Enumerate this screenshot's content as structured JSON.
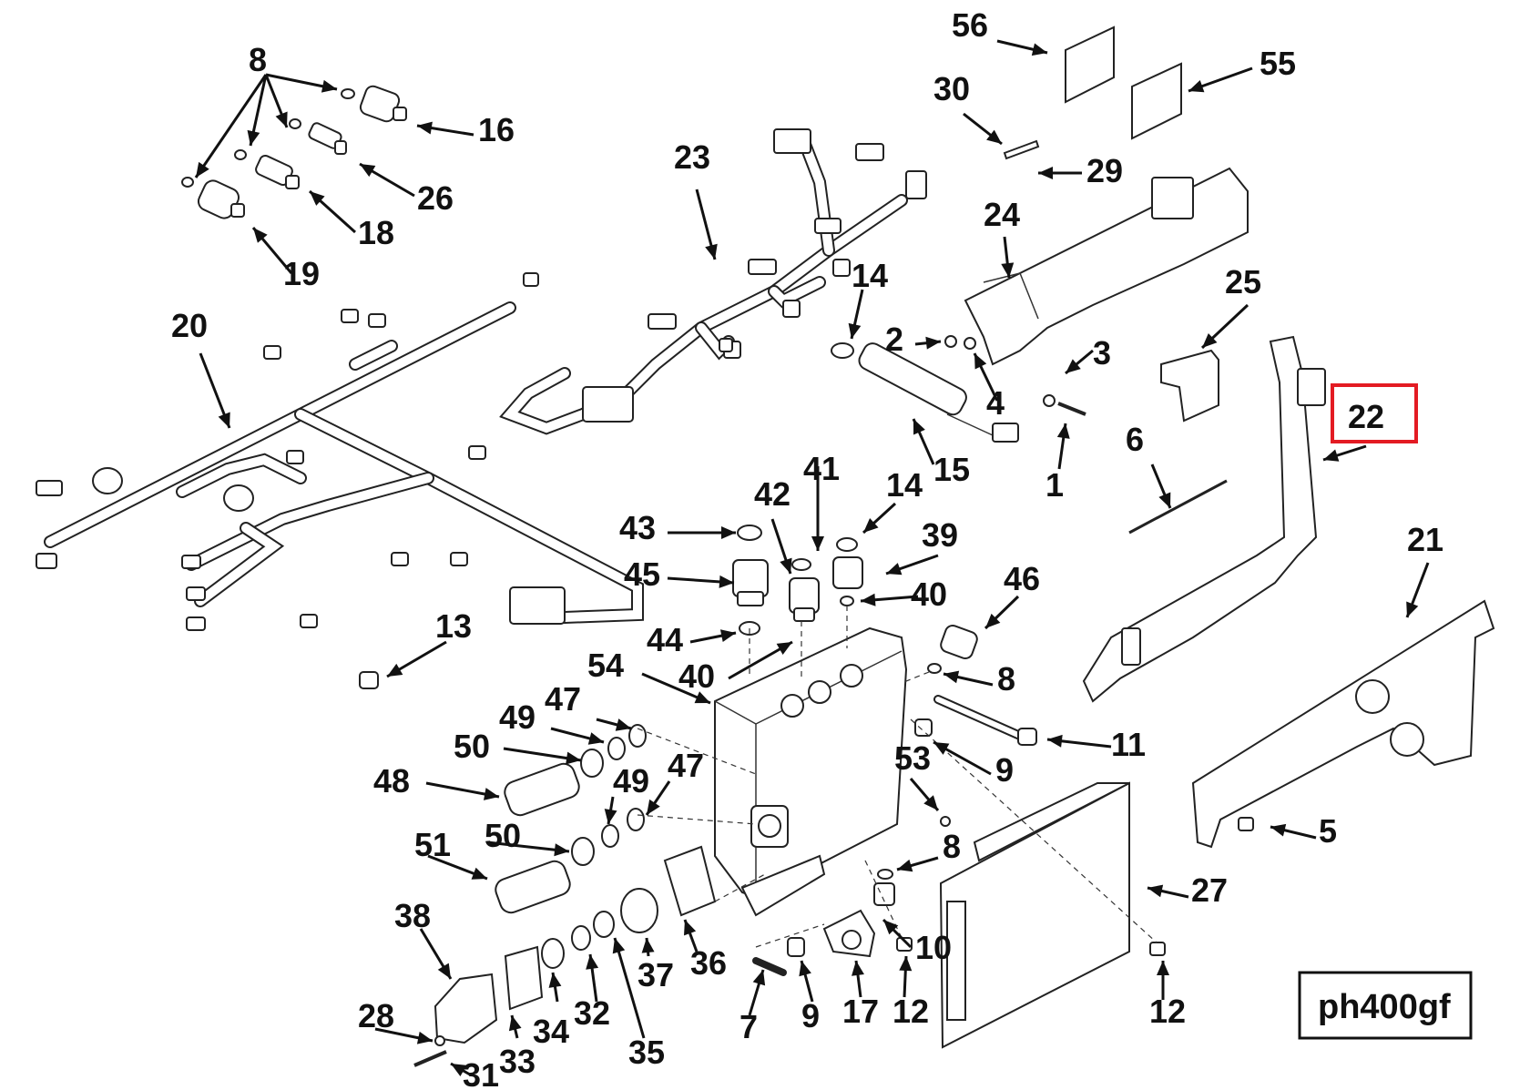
{
  "diagram": {
    "code": "ph400gf",
    "highlight_color": "#e31b23",
    "highlighted_callout": "22",
    "callouts": [
      {
        "id": "c56",
        "label": "56"
      },
      {
        "id": "c55",
        "label": "55"
      },
      {
        "id": "c30",
        "label": "30"
      },
      {
        "id": "c29",
        "label": "29"
      },
      {
        "id": "c8a",
        "label": "8"
      },
      {
        "id": "c16",
        "label": "16"
      },
      {
        "id": "c26",
        "label": "26"
      },
      {
        "id": "c18",
        "label": "18"
      },
      {
        "id": "c19",
        "label": "19"
      },
      {
        "id": "c23",
        "label": "23"
      },
      {
        "id": "c24",
        "label": "24"
      },
      {
        "id": "c25",
        "label": "25"
      },
      {
        "id": "c20",
        "label": "20"
      },
      {
        "id": "c14a",
        "label": "14"
      },
      {
        "id": "c2",
        "label": "2"
      },
      {
        "id": "c3",
        "label": "3"
      },
      {
        "id": "c4",
        "label": "4"
      },
      {
        "id": "c22",
        "label": "22"
      },
      {
        "id": "c15",
        "label": "15"
      },
      {
        "id": "c1",
        "label": "1"
      },
      {
        "id": "c6",
        "label": "6"
      },
      {
        "id": "c41",
        "label": "41"
      },
      {
        "id": "c14b",
        "label": "14"
      },
      {
        "id": "c42",
        "label": "42"
      },
      {
        "id": "c43",
        "label": "43"
      },
      {
        "id": "c39",
        "label": "39"
      },
      {
        "id": "c21",
        "label": "21"
      },
      {
        "id": "c45",
        "label": "45"
      },
      {
        "id": "c40a",
        "label": "40"
      },
      {
        "id": "c46",
        "label": "46"
      },
      {
        "id": "c13",
        "label": "13"
      },
      {
        "id": "c44",
        "label": "44"
      },
      {
        "id": "c54",
        "label": "54"
      },
      {
        "id": "c40b",
        "label": "40"
      },
      {
        "id": "c8b",
        "label": "8"
      },
      {
        "id": "c47a",
        "label": "47"
      },
      {
        "id": "c49a",
        "label": "49"
      },
      {
        "id": "c11",
        "label": "11"
      },
      {
        "id": "c50a",
        "label": "50"
      },
      {
        "id": "c53",
        "label": "53"
      },
      {
        "id": "c9a",
        "label": "9"
      },
      {
        "id": "c47b",
        "label": "47"
      },
      {
        "id": "c48",
        "label": "48"
      },
      {
        "id": "c49b",
        "label": "49"
      },
      {
        "id": "c5",
        "label": "5"
      },
      {
        "id": "c50b",
        "label": "50"
      },
      {
        "id": "c8c",
        "label": "8"
      },
      {
        "id": "c51",
        "label": "51"
      },
      {
        "id": "c27",
        "label": "27"
      },
      {
        "id": "c38",
        "label": "38"
      },
      {
        "id": "c10",
        "label": "10"
      },
      {
        "id": "c37",
        "label": "37"
      },
      {
        "id": "c36",
        "label": "36"
      },
      {
        "id": "c28",
        "label": "28"
      },
      {
        "id": "c34",
        "label": "34"
      },
      {
        "id": "c32",
        "label": "32"
      },
      {
        "id": "c7",
        "label": "7"
      },
      {
        "id": "c9b",
        "label": "9"
      },
      {
        "id": "c17",
        "label": "17"
      },
      {
        "id": "c12a",
        "label": "12"
      },
      {
        "id": "c12b",
        "label": "12"
      },
      {
        "id": "c35",
        "label": "35"
      },
      {
        "id": "c33",
        "label": "33"
      },
      {
        "id": "c31",
        "label": "31"
      }
    ]
  }
}
